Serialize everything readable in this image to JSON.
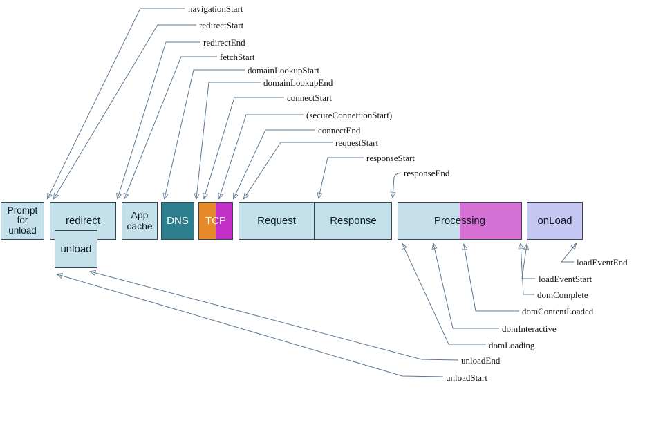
{
  "boxes": {
    "prompt_for_unload": {
      "lines": [
        "Prompt",
        "for",
        "unload"
      ]
    },
    "redirect": {
      "label": "redirect"
    },
    "unload": {
      "label": "unload"
    },
    "app_cache": {
      "lines": [
        "App",
        "cache"
      ]
    },
    "dns": {
      "label": "DNS"
    },
    "tcp": {
      "label": "TCP"
    },
    "request": {
      "label": "Request"
    },
    "response": {
      "label": "Response"
    },
    "processing": {
      "label": "Processing"
    },
    "onload": {
      "label": "onLoad"
    }
  },
  "timing_labels": {
    "top": [
      "navigationStart",
      "redirectStart",
      "redirectEnd",
      "fetchStart",
      "domainLookupStart",
      "domainLookupEnd",
      "connectStart",
      "(secureConnettionStart)",
      "connectEnd",
      "requestStart",
      "responseStart",
      "responseEnd"
    ],
    "bottom": [
      "loadEventEnd",
      "loadEventStart",
      "domComplete",
      "domContentLoaded",
      "domInteractive",
      "domLoading",
      "unloadEnd",
      "unloadStart"
    ]
  },
  "colors": {
    "box_fill_blue": "#c4e0eb",
    "dns_teal": "#2d7f8e",
    "tcp_orange": "#e78a2b",
    "tcp_magenta": "#c330c8",
    "processing_pink": "#d671d6",
    "onload_lavender": "#c6c8f3",
    "box_border": "#36474f",
    "connector_line": "#5d7791",
    "arrowhead": "#2d4e7e"
  }
}
